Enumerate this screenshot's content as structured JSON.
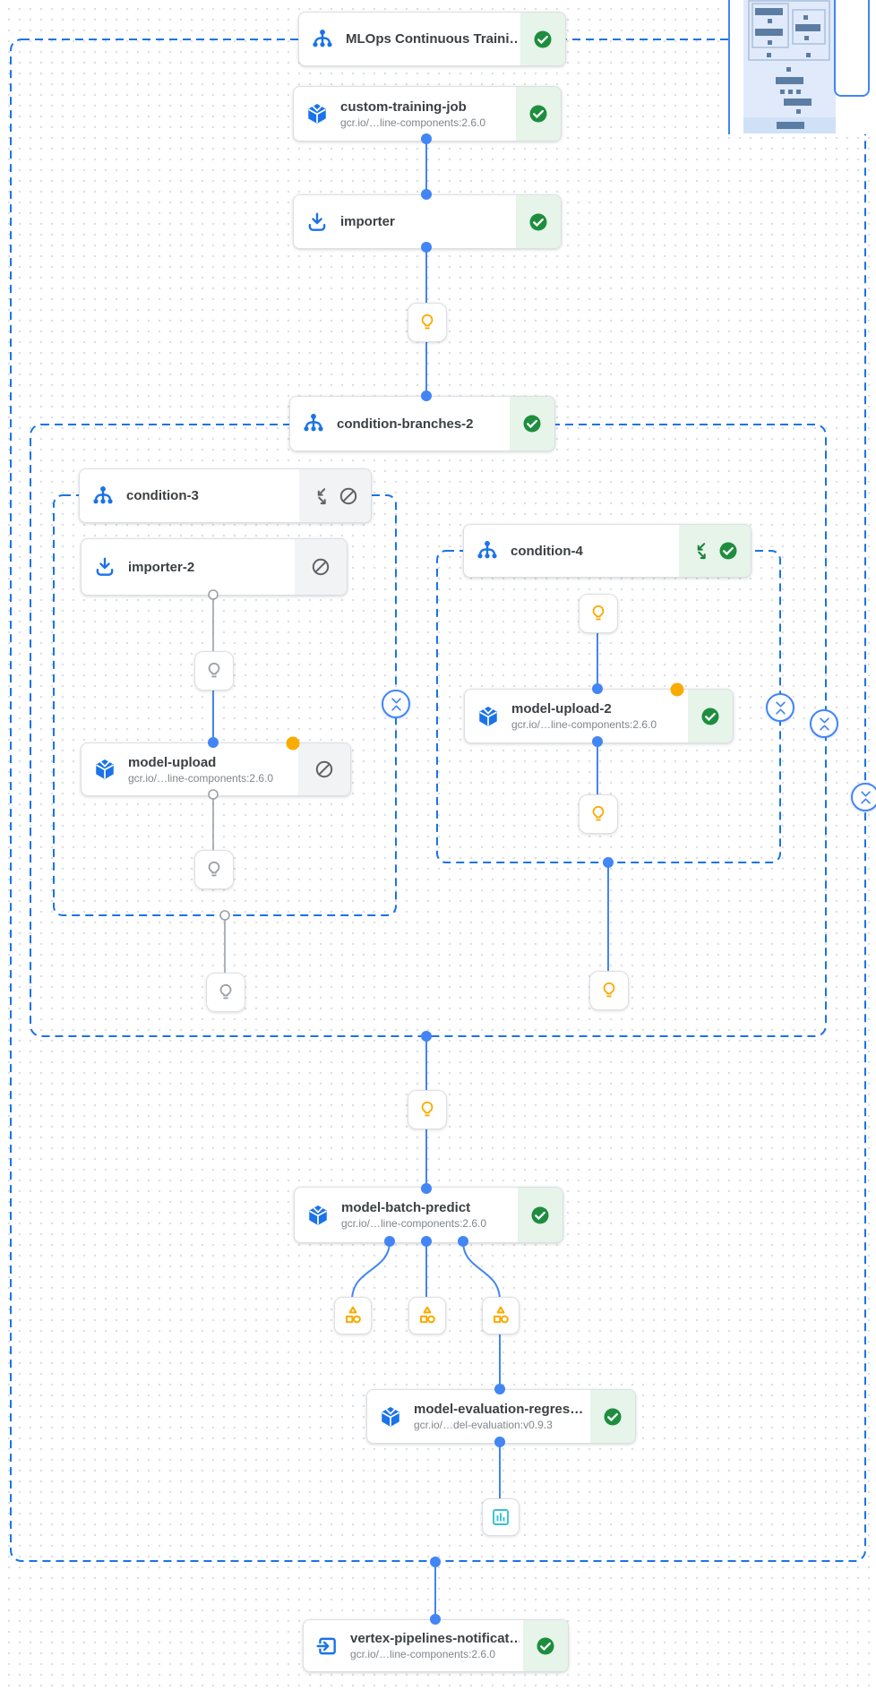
{
  "app": {
    "view": "pipeline-dag",
    "product": "Vertex AI Pipelines"
  },
  "pipeline": {
    "root_title": "MLOps Continuous Traini…",
    "groups": [
      "condition-branches-2",
      "condition-3",
      "condition-4"
    ]
  },
  "nodes": [
    {
      "title": "MLOps Continuous Traini…",
      "icon": "pipeline-branch-icon",
      "status": "succeeded"
    },
    {
      "title": "custom-training-job",
      "subtitle": "gcr.io/…line-components:2.6.0",
      "icon": "container-cube-icon",
      "status": "succeeded"
    },
    {
      "title": "importer",
      "icon": "importer-icon",
      "status": "succeeded"
    },
    {
      "title": "condition-branches-2",
      "icon": "pipeline-branch-icon",
      "status": "succeeded"
    },
    {
      "title": "condition-3",
      "icon": "pipeline-branch-icon",
      "status": "skipped",
      "collapsible": true
    },
    {
      "title": "importer-2",
      "icon": "importer-icon",
      "status": "skipped"
    },
    {
      "title": "model-upload",
      "subtitle": "gcr.io/…line-components:2.6.0",
      "icon": "container-cube-icon",
      "status": "skipped",
      "badge": "yellow-dot"
    },
    {
      "title": "condition-4",
      "icon": "pipeline-branch-icon",
      "status": "succeeded",
      "collapsible": true
    },
    {
      "title": "model-upload-2",
      "subtitle": "gcr.io/…line-components:2.6.0",
      "icon": "container-cube-icon",
      "status": "succeeded",
      "badge": "yellow-dot"
    },
    {
      "title": "model-batch-predict",
      "subtitle": "gcr.io/…line-components:2.6.0",
      "icon": "container-cube-icon",
      "status": "succeeded"
    },
    {
      "title": "model-evaluation-regres…",
      "subtitle": "gcr.io/…del-evaluation:v0.9.3",
      "icon": "container-cube-icon",
      "status": "succeeded"
    },
    {
      "title": "vertex-pipelines-notificat…",
      "subtitle": "gcr.io/…line-components:2.6.0",
      "icon": "exit-arrow-icon",
      "status": "succeeded"
    }
  ],
  "artifacts": {
    "condition_lightbulbs_active": 5,
    "condition_lightbulbs_skipped": 3,
    "metrics_icons": 3,
    "html_report_icons": 1
  },
  "controls": {
    "collapse_buttons": 4,
    "minimap": "top-right"
  },
  "colors": {
    "accent_blue": "#1a73e8",
    "edge_blue": "#4285f4",
    "success_green": "#1e8e3e",
    "success_bg": "#e6f4ea",
    "skipped_bg": "#f1f3f4",
    "skipped_icon": "#5f6368",
    "warning_yellow": "#f9ab00",
    "artifact_teal": "#35c1d6",
    "collapse_green": "#188038"
  }
}
